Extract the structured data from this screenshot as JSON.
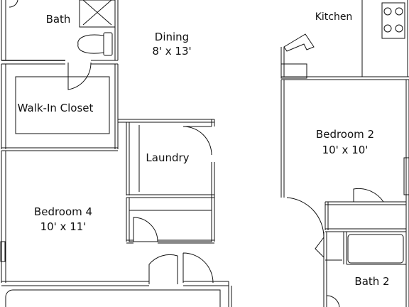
{
  "rooms": {
    "bath": {
      "name": "Bath"
    },
    "dining": {
      "name": "Dining",
      "size": "8' x 13'"
    },
    "kitchen": {
      "name": "Kitchen"
    },
    "walk_in_closet": {
      "name": "Walk-In Closet"
    },
    "bedroom2": {
      "name": "Bedroom 2",
      "size": "10' x 10'"
    },
    "laundry": {
      "name": "Laundry"
    },
    "bedroom4": {
      "name": "Bedroom 4",
      "size": "10' x 11'"
    },
    "bath2": {
      "name": "Bath 2"
    }
  }
}
